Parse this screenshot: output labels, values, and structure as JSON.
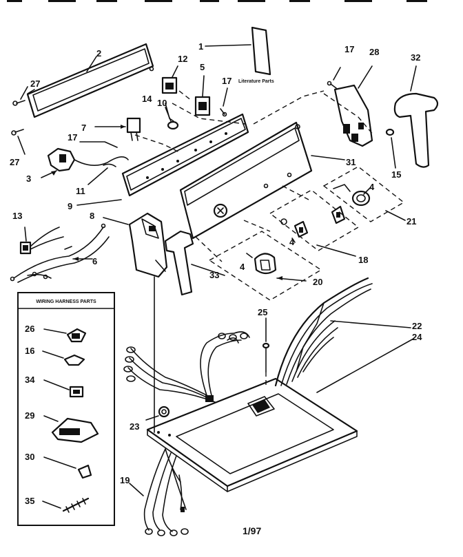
{
  "callouts": {
    "c1": "1",
    "c2": "2",
    "c27a": "27",
    "c27b": "27",
    "c17a": "17",
    "c12": "12",
    "c5": "5",
    "c17b": "17",
    "c14": "14",
    "c10": "10",
    "c7": "7",
    "c3": "3",
    "c11": "11",
    "c9": "9",
    "c17c": "17",
    "c28": "28",
    "c32": "32",
    "c15": "15",
    "c31": "31",
    "c4a": "4",
    "c21": "21",
    "c13": "13",
    "c8": "8",
    "c6": "6",
    "c4b": "4",
    "c18": "18",
    "c4c": "4",
    "c33": "33",
    "c20": "20",
    "c25": "25",
    "c22": "22",
    "c24": "24",
    "c23": "23",
    "c19": "19"
  },
  "literature_label": "Literature Parts",
  "wiring_box": {
    "title": "WIRING HARNESS PARTS",
    "items": [
      {
        "num": "26"
      },
      {
        "num": "16"
      },
      {
        "num": "34"
      },
      {
        "num": "29"
      },
      {
        "num": "30"
      },
      {
        "num": "35"
      }
    ]
  },
  "footer_date": "1/97"
}
